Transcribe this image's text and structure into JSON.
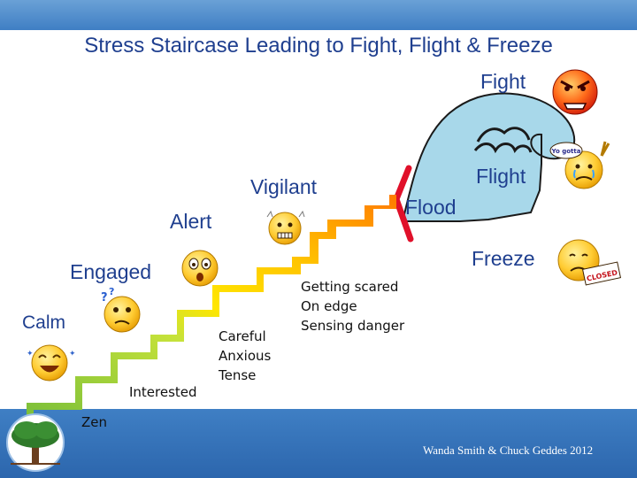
{
  "title": "Stress Staircase Leading to Fight, Flight & Freeze",
  "stages": {
    "fight": "Fight",
    "flight": "Flight",
    "flood": "Flood",
    "vigilant": "Vigilant",
    "alert": "Alert",
    "freeze": "Freeze",
    "engaged": "Engaged",
    "calm": "Calm",
    "interested": "Interested",
    "zen": "Zen"
  },
  "notes": {
    "careful": [
      "Careful",
      "Anxious",
      "Tense"
    ],
    "scared": [
      "Getting scared",
      "On edge",
      "Sensing danger"
    ]
  },
  "face_captions": {
    "flight_sign": "Yo gotta",
    "closed_sign": "CLOSED"
  },
  "credit": "Wanda Smith & Chuck Geddes 2012",
  "colors": {
    "banner": "#3f7fc4",
    "title_text": "#1f3f8f",
    "stair_green": "#8cc63f",
    "stair_yellow": "#ffe600",
    "stair_orange": "#ff9900",
    "wave": "#a8d8ea",
    "flood_bracket": "#e0102a",
    "emoji_yellow": "#ffcc33",
    "emoji_red": "#ff3a1a"
  },
  "icons": [
    "tree-logo-icon",
    "calm-face-icon",
    "confused-face-icon",
    "surprised-face-icon",
    "worried-face-icon",
    "angry-face-icon",
    "crying-face-icon",
    "sad-face-icon",
    "fist-icon"
  ]
}
